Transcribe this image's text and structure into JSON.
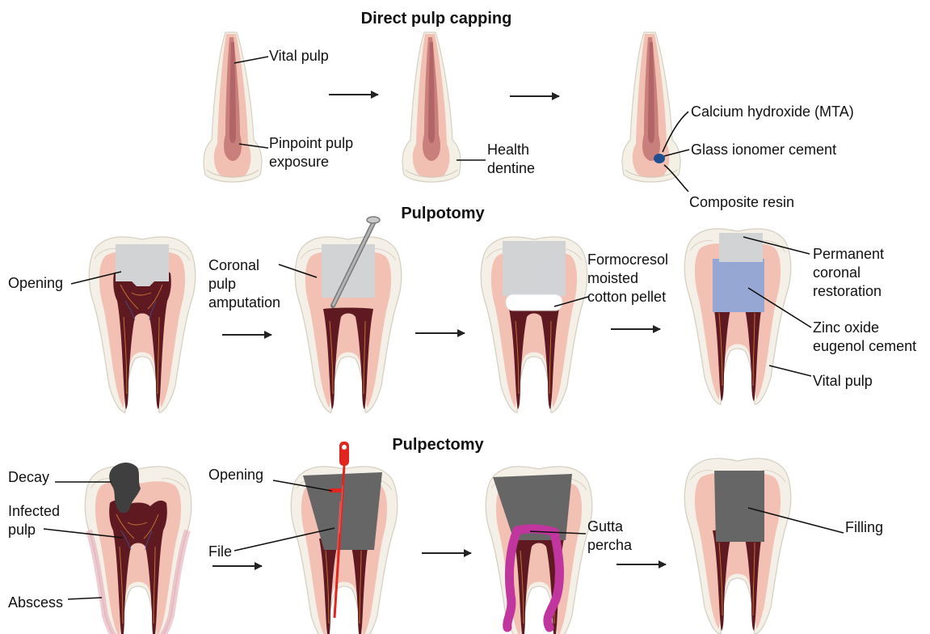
{
  "sections": {
    "direct_pulp_capping": {
      "title": "Direct pulp capping",
      "labels": {
        "vital_pulp": "Vital pulp",
        "pinpoint_line1": "Pinpoint pulp",
        "pinpoint_line2": "exposure",
        "health_line1": "Health",
        "health_line2": "dentine",
        "calcium": "Calcium hydroxide (MTA)",
        "glass": "Glass ionomer cement",
        "composite": "Composite resin"
      }
    },
    "pulpotomy": {
      "title": "Pulpotomy",
      "labels": {
        "opening": "Opening",
        "coronal_line1": "Coronal",
        "coronal_line2": "pulp",
        "coronal_line3": "amputation",
        "formo_line1": "Formocresol",
        "formo_line2": "moisted",
        "formo_line3": "cotton  pellet",
        "perm_line1": "Permanent",
        "perm_line2": "coronal",
        "perm_line3": "restoration",
        "zinc_line1": "Zinc oxide",
        "zinc_line2": "eugenol cement",
        "vital_pulp": "Vital pulp"
      }
    },
    "pulpectomy": {
      "title": "Pulpectomy",
      "labels": {
        "decay": "Decay",
        "infected_line1": "Infected",
        "infected_line2": "pulp",
        "abscess": "Abscess",
        "opening": "Opening",
        "file": "File",
        "gutta_line1": "Gutta",
        "gutta_line2": "percha",
        "filling": "Filling"
      }
    }
  },
  "colors": {
    "dentin": "#f2c2b8",
    "enamel": "#f3efe6",
    "pulp": "#5e1a20",
    "restoration_gray": "#d1d3d5",
    "dark_filling": "#666666",
    "zinc_oxide": "#97a7d3",
    "gutta_percha": "#c0359e",
    "file_red": "#e0261f",
    "mta_blue": "#1f4e91",
    "decay": "#3f3f3f"
  }
}
